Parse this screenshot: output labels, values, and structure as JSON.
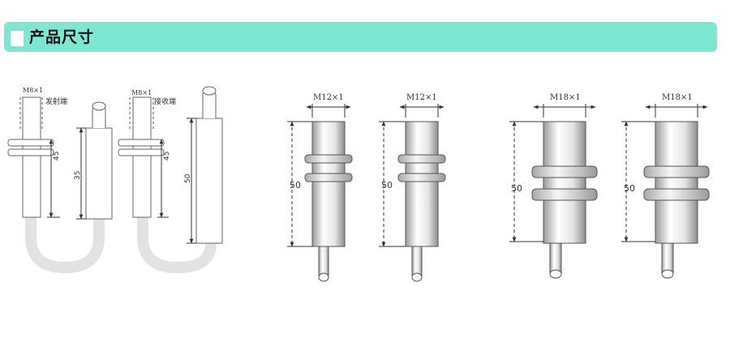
{
  "header": {
    "title": "产品尺寸"
  },
  "colors": {
    "header_bg": "#7de8d2",
    "outline": "#555555",
    "cable": "#e6e6e6"
  },
  "figure_m8": {
    "thread_emitter": "M8×1",
    "emitter_label": "发射端",
    "thread_receiver": "M8×1",
    "receiver_label": "接收端",
    "dim_a": "45",
    "dim_b": "35",
    "dim_c": "45",
    "dim_d": "50"
  },
  "figure_m12": {
    "thread_1": "M12×1",
    "thread_2": "M12×1",
    "length_1": "50",
    "length_2": "50"
  },
  "figure_m18": {
    "thread_1": "M18×1",
    "thread_2": "M18×1",
    "length_1": "50",
    "length_2": "50"
  }
}
